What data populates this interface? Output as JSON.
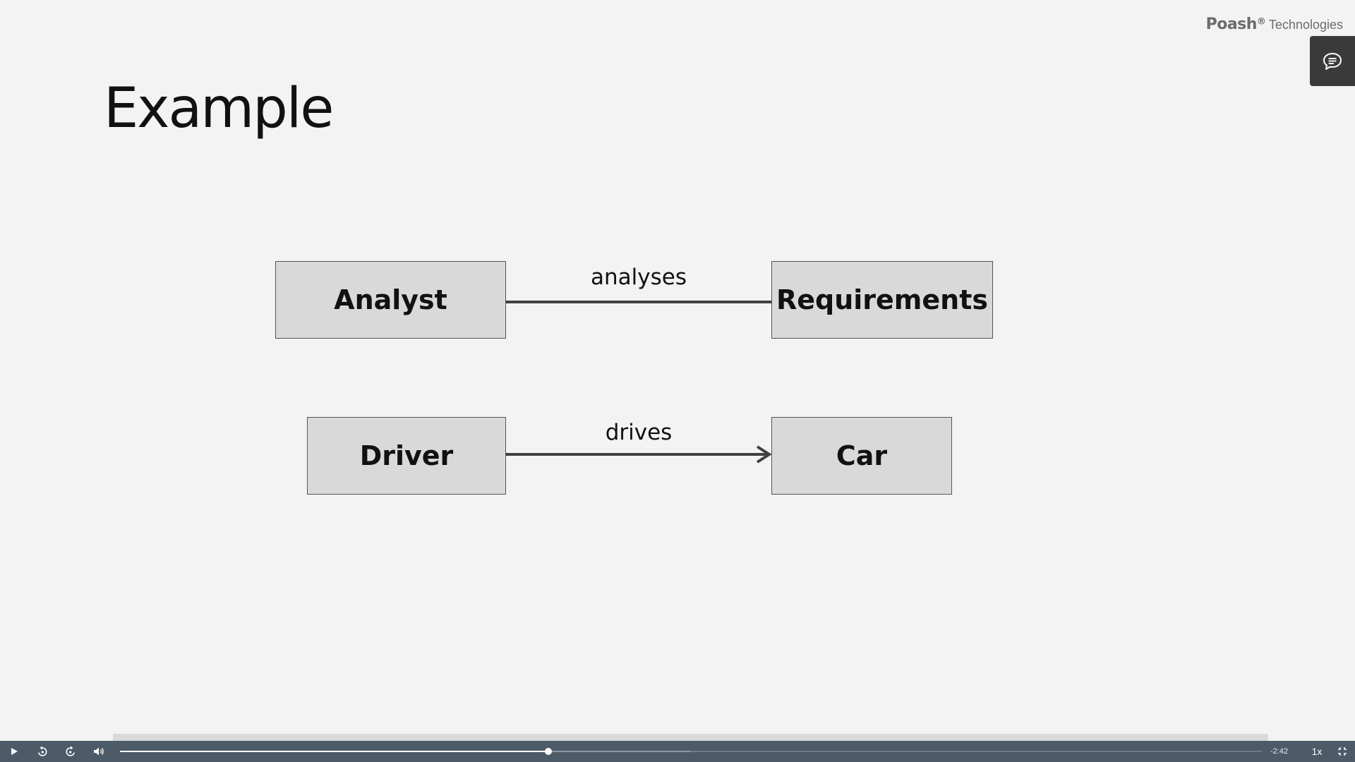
{
  "brand": {
    "name": "Poash",
    "registered_mark": "®",
    "suffix": "Technologies"
  },
  "slide": {
    "title": "Example"
  },
  "diagram": {
    "relationships": [
      {
        "source": "Analyst",
        "target": "Requirements",
        "label": "analyses",
        "kind": "association"
      },
      {
        "source": "Driver",
        "target": "Car",
        "label": "drives",
        "kind": "directed-association"
      }
    ]
  },
  "player": {
    "time_remaining": "-2:42",
    "speed": "1x",
    "progress_fraction": 0.375,
    "buffered_fraction": 0.5,
    "controls": [
      "play-icon",
      "rewind-icon",
      "forward-icon",
      "volume-icon",
      "fullscreen-exit-icon"
    ]
  },
  "colors": {
    "background": "#f3f3f3",
    "node_fill": "#d9d9d9",
    "player_bar": "#4d5a68",
    "comments_button": "#3a3a3a"
  }
}
